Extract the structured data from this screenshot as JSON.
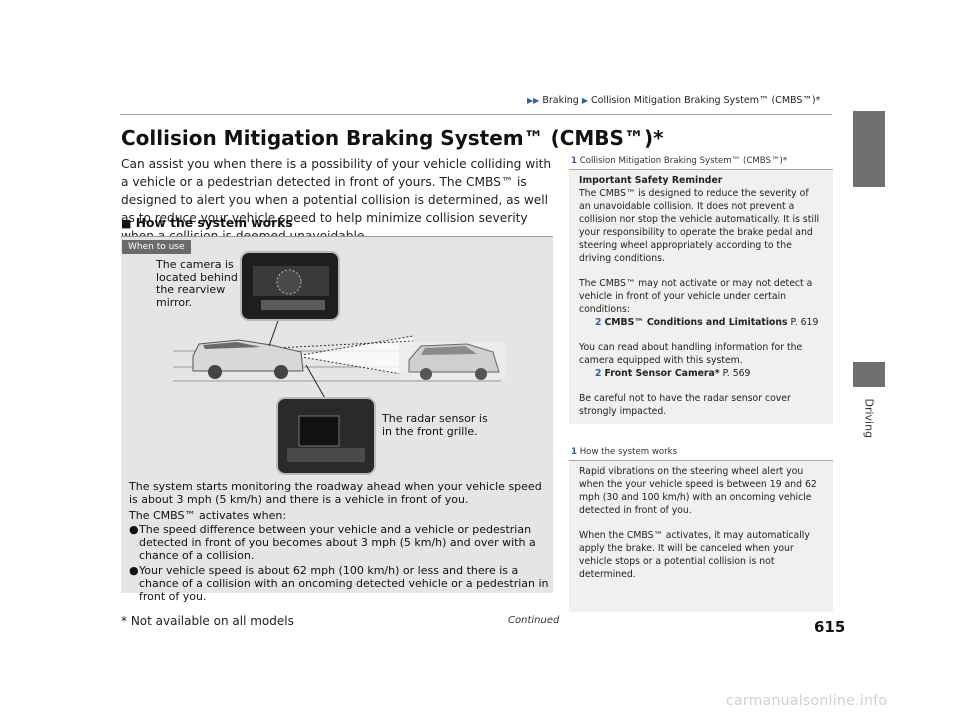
{
  "header": {
    "crumb1": "Braking",
    "crumb2": "Collision Mitigation Braking System™ (CMBS™)*"
  },
  "side": {
    "label": "Driving"
  },
  "main": {
    "title": "Collision Mitigation Braking System™ (CMBS™)*",
    "intro": "Can assist you when there is a possibility of your vehicle colliding with a vehicle or a pedestrian detected in front of yours. The CMBS™ is designed to alert you when a potential collision is determined, as well as to reduce your vehicle speed to help minimize collision severity when a collision is deemed unavoidable.",
    "subhead_marker": "■",
    "subhead": "How the system works",
    "tag": "When to use",
    "camera_label": "The camera is located behind the rearview mirror.",
    "radar_label": "The radar sensor is in the front grille.",
    "monitor_text": "The system starts monitoring the roadway ahead when your vehicle speed is about 3 mph (5 km/h) and there is a vehicle in front of you.",
    "activates_intro": "The CMBS™ activates when:",
    "bullet_glyph": "●",
    "bullets": [
      "The speed difference between your vehicle and a vehicle or pedestrian detected in front of you becomes about 3 mph (5 km/h) and over with a chance of a collision.",
      "Your vehicle speed is about 62 mph (100 km/h) or less and there is a chance of a collision with an oncoming detected vehicle or a pedestrian in front of you."
    ]
  },
  "note1": {
    "num": "1",
    "head": "Collision Mitigation Braking System™ (CMBS™)*",
    "safety_title": "Important Safety Reminder",
    "p1": "The CMBS™ is designed to reduce the severity of an unavoidable collision. It does not prevent a collision nor stop the vehicle automatically. It is still your responsibility to operate the brake pedal and steering wheel appropriately according to the driving conditions.",
    "p2": "The CMBS™ may not activate or may not detect a vehicle in front of your vehicle under certain conditions:",
    "ref_glyph": "2",
    "ref1_title": "CMBS™ Conditions and Limitations",
    "ref1_page": "P. 619",
    "p3": "You can read about handling information for the camera equipped with this system.",
    "ref2_title": "Front Sensor Camera*",
    "ref2_page": "P. 569",
    "p4": "Be careful not to have the radar sensor cover strongly impacted."
  },
  "note2": {
    "num": "1",
    "head": "How the system works",
    "p1": "Rapid vibrations on the steering wheel alert you when the your vehicle speed is between 19 and 62 mph (30 and 100 km/h) with an oncoming vehicle detected in front of you.",
    "p2": "When the CMBS™ activates, it may automatically apply the brake. It will be canceled when your vehicle stops or a potential collision is not determined."
  },
  "footer": {
    "footnote": "* Not available on all models",
    "continued": "Continued",
    "page": "615",
    "watermark": "carmanualsonline.info"
  }
}
